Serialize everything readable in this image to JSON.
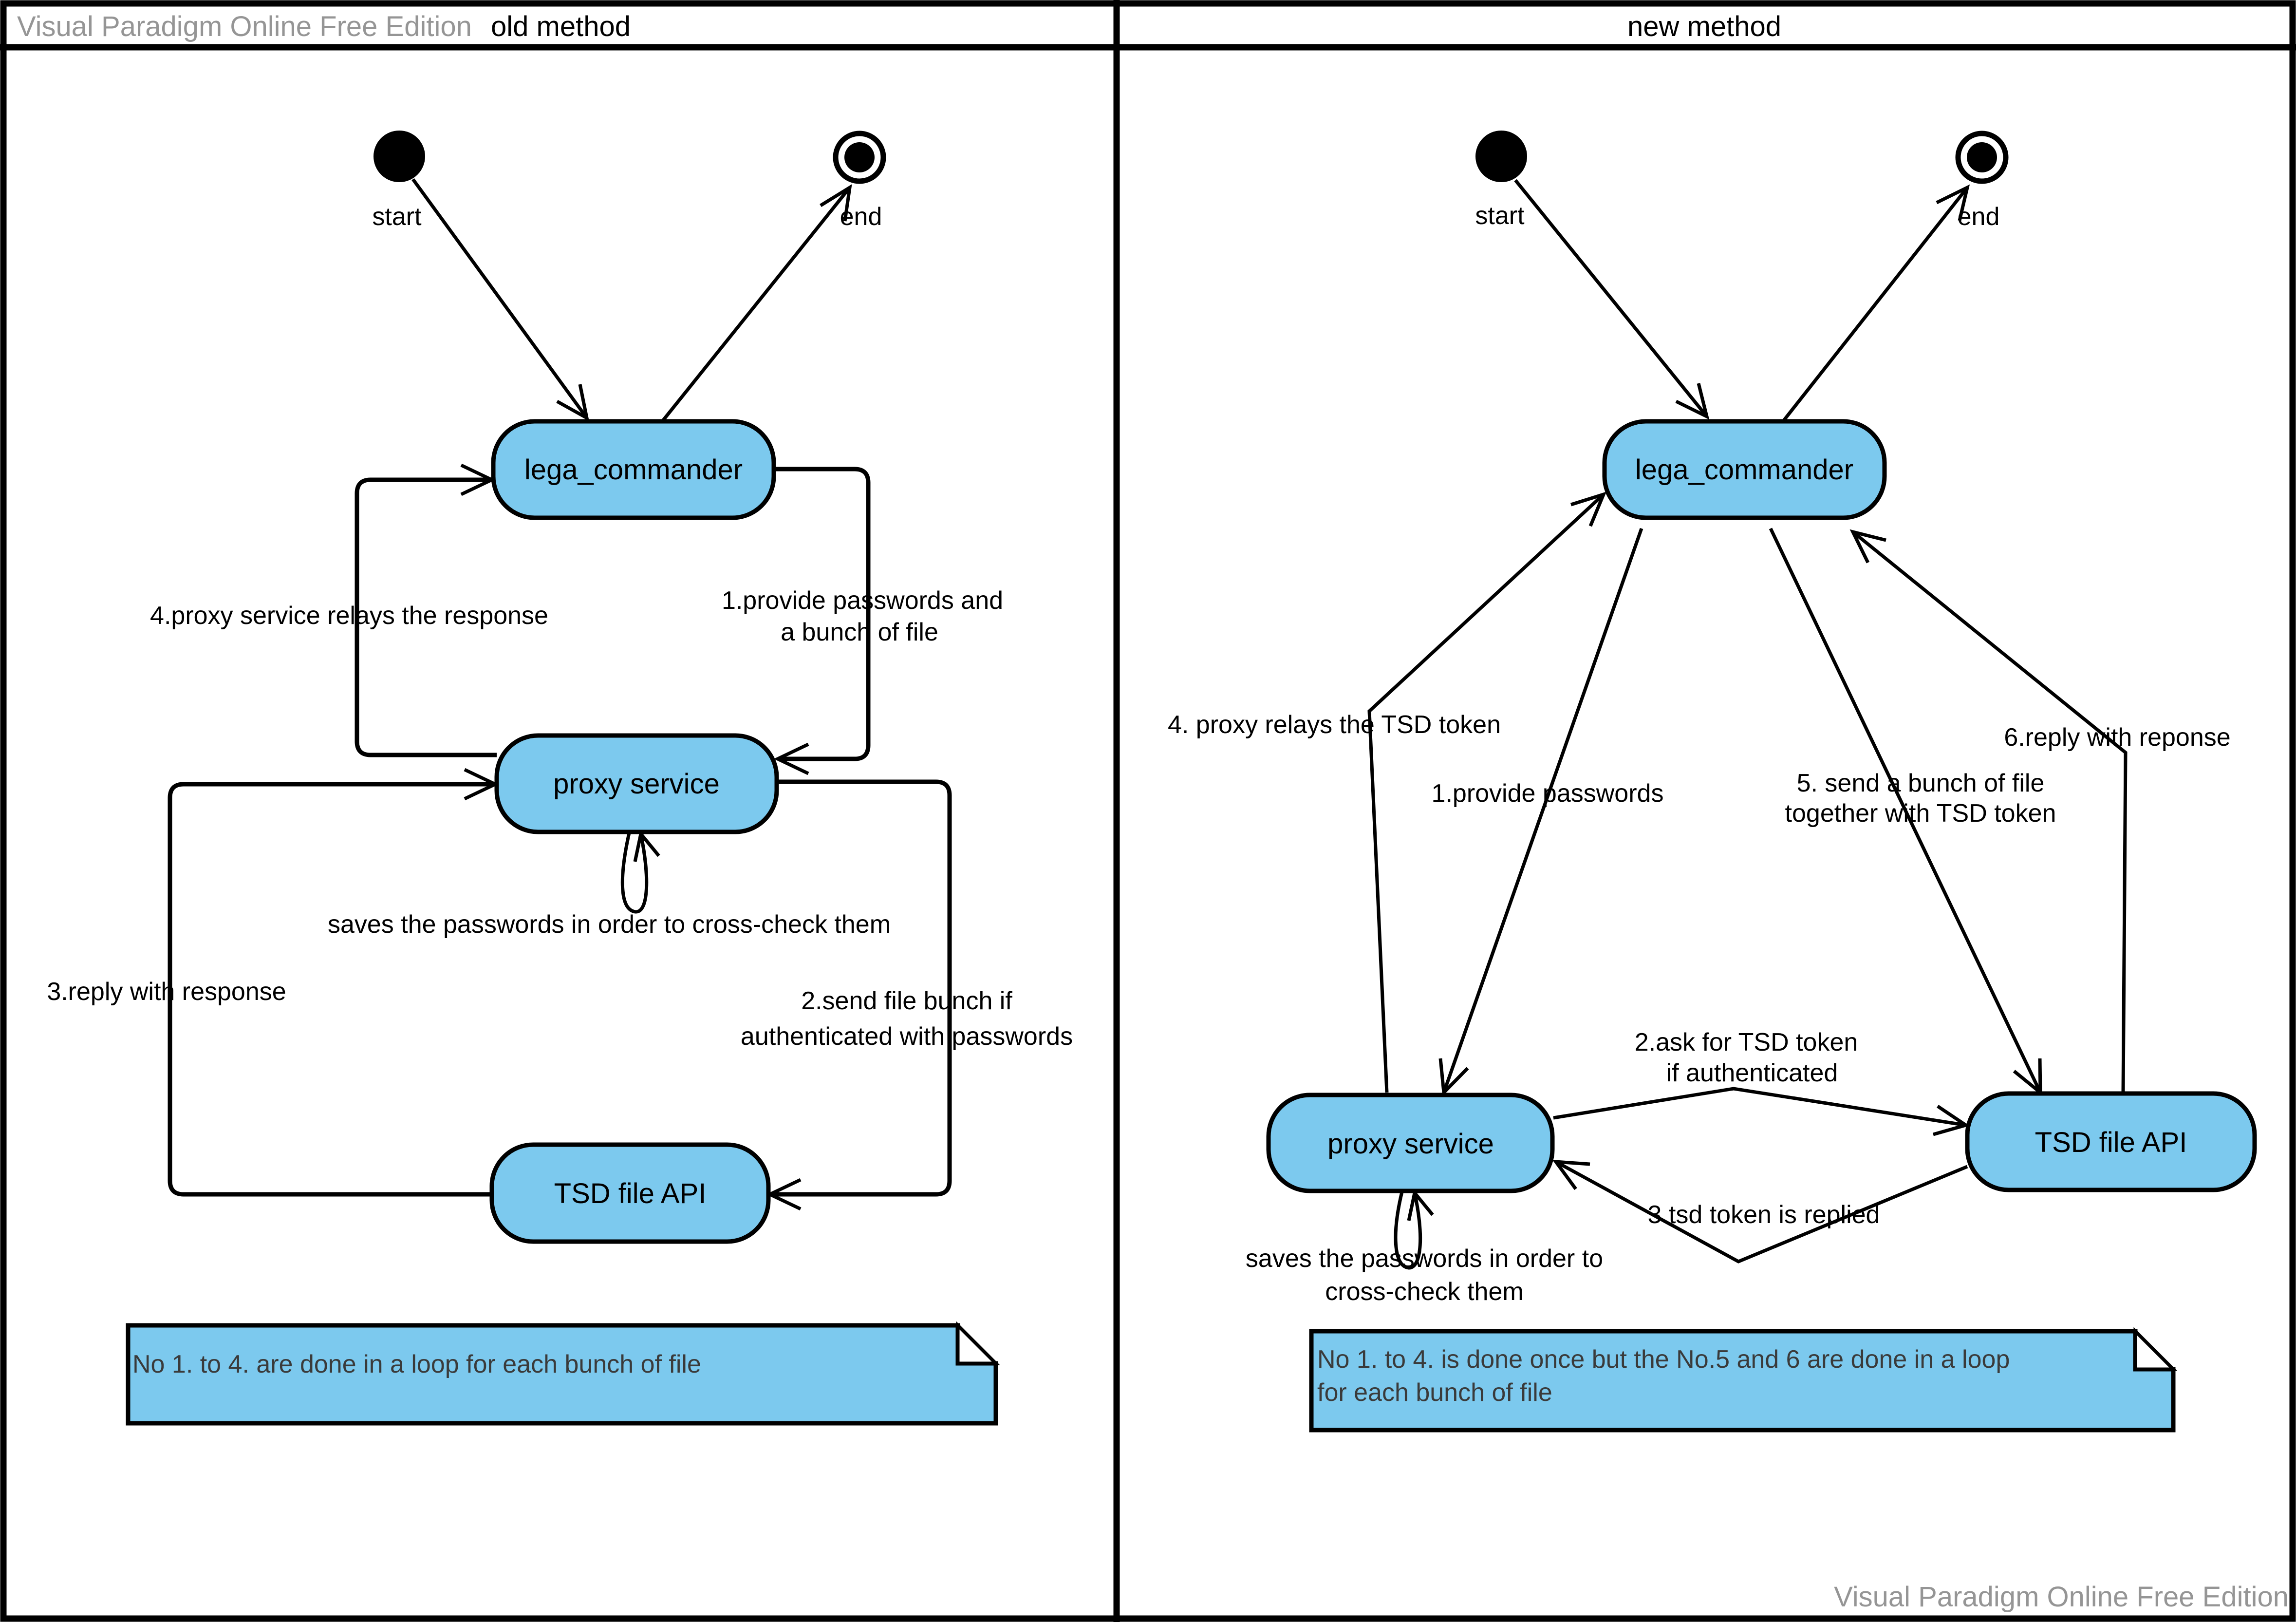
{
  "header": {
    "watermark": "Visual Paradigm Online Free Edition",
    "old_title": "old method",
    "new_title": "new method"
  },
  "footer": {
    "watermark": "Visual Paradigm Online Free Edition"
  },
  "colors": {
    "node_fill": "#7CC9EE",
    "note_fill": "#7CC9EE",
    "line": "#000000",
    "note_text": "#3a3a3a",
    "watermark": "#959595"
  },
  "old": {
    "start_label": "start",
    "end_label": "end",
    "nodes": {
      "lega": "lega_commander",
      "proxy": "proxy service",
      "tsd": "TSD file API"
    },
    "labels": {
      "e1a": "1.provide passwords and",
      "e1b": "a bunch of file",
      "e2a": "2.send file bunch if",
      "e2b": "authenticated with passwords",
      "e3": "3.reply with response",
      "e4": "4.proxy service relays the response",
      "selfloop": "saves the passwords in order to cross-check them"
    },
    "note": "No 1. to 4.  are done in a loop for each bunch of file"
  },
  "new": {
    "start_label": "start",
    "end_label": "end",
    "nodes": {
      "lega": "lega_commander",
      "proxy": "proxy service",
      "tsd": "TSD file API"
    },
    "labels": {
      "e1": "1.provide passwords",
      "e2a": "2.ask for TSD token",
      "e2b": "if authenticated",
      "e3": "3.tsd token is replied",
      "e4": "4. proxy relays the TSD token",
      "e5a": "5. send a bunch of file",
      "e5b": "together with TSD token",
      "e6": "6.reply with reponse",
      "selfa": "saves the passwords in order to",
      "selfb": "cross-check them"
    },
    "note1": "No 1. to 4. is done once but the No.5 and 6 are done in a loop",
    "note2": "for each bunch of file"
  }
}
